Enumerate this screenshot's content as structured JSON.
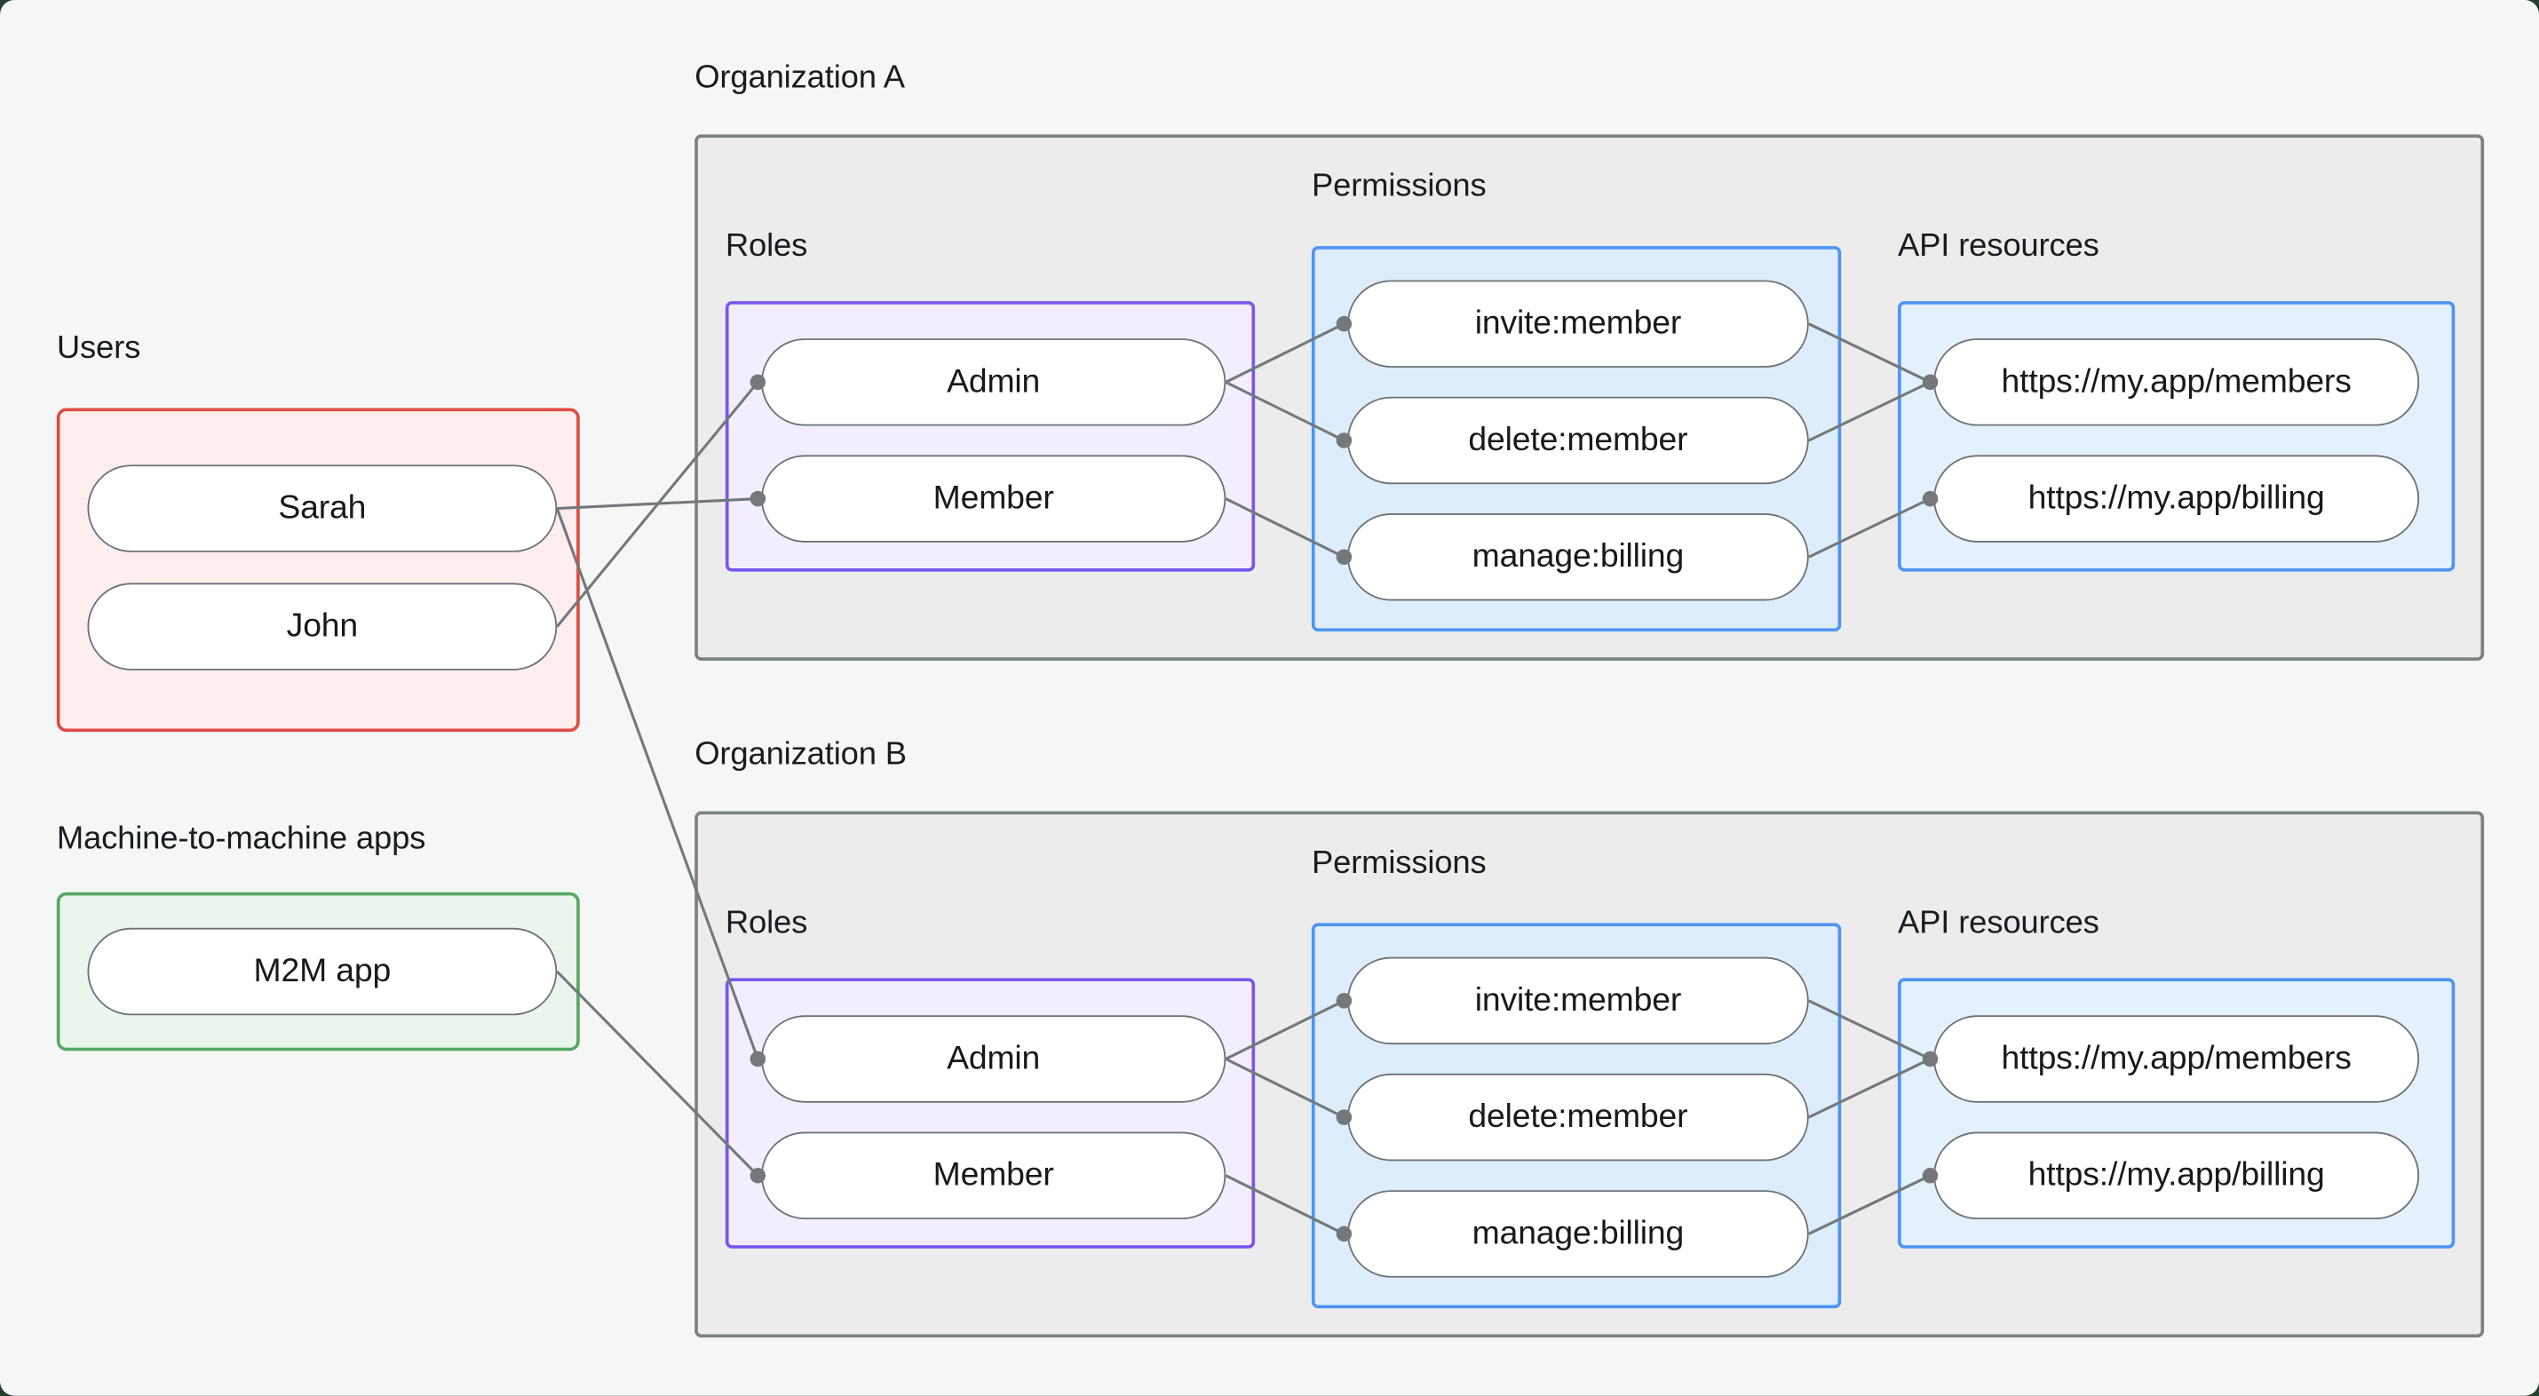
{
  "canvas": {
    "backdrop_color": "#24402f",
    "page_background": "#f5f7f6"
  },
  "colors": {
    "users_accent": "#e04b44",
    "m2m_accent": "#56a863",
    "roles_accent": "#7657ee",
    "permissions_accent": "#4e94f3",
    "org_border": "#7c8181",
    "org_fill": "#ececec",
    "wire": "#74787a",
    "pill_border": "#6e7275",
    "text": "#17191c"
  },
  "users": {
    "label": "Users",
    "items": [
      {
        "id": "sarah",
        "label": "Sarah"
      },
      {
        "id": "john",
        "label": "John"
      }
    ]
  },
  "m2m": {
    "label": "Machine-to-machine apps",
    "items": [
      {
        "id": "m2m_app",
        "label": "M2M app"
      }
    ]
  },
  "org_a": {
    "label": "Organization A",
    "roles_label": "Roles",
    "permissions_label": "Permissions",
    "api_label": "API resources",
    "roles": [
      {
        "id": "orgA_admin",
        "label": "Admin"
      },
      {
        "id": "orgA_member",
        "label": "Member"
      }
    ],
    "permissions": [
      {
        "id": "orgA_invite",
        "label": "invite:member"
      },
      {
        "id": "orgA_delete",
        "label": "delete:member"
      },
      {
        "id": "orgA_manage",
        "label": "manage:billing"
      }
    ],
    "apis": [
      {
        "id": "orgA_members_api",
        "label": "https://my.app/members"
      },
      {
        "id": "orgA_billing_api",
        "label": "https://my.app/billing"
      }
    ]
  },
  "org_b": {
    "label": "Organization B",
    "roles_label": "Roles",
    "permissions_label": "Permissions",
    "api_label": "API resources",
    "roles": [
      {
        "id": "orgB_admin",
        "label": "Admin"
      },
      {
        "id": "orgB_member",
        "label": "Member"
      }
    ],
    "permissions": [
      {
        "id": "orgB_invite",
        "label": "invite:member"
      },
      {
        "id": "orgB_delete",
        "label": "delete:member"
      },
      {
        "id": "orgB_manage",
        "label": "manage:billing"
      }
    ],
    "apis": [
      {
        "id": "orgB_members_api",
        "label": "https://my.app/members"
      },
      {
        "id": "orgB_billing_api",
        "label": "https://my.app/billing"
      }
    ]
  },
  "edges": [
    {
      "from": "sarah",
      "to": "orgA_member"
    },
    {
      "from": "sarah",
      "to": "orgB_admin"
    },
    {
      "from": "john",
      "to": "orgA_admin"
    },
    {
      "from": "m2m_app",
      "to": "orgB_member"
    },
    {
      "from": "orgA_admin",
      "to": "orgA_invite"
    },
    {
      "from": "orgA_admin",
      "to": "orgA_delete"
    },
    {
      "from": "orgA_member",
      "to": "orgA_manage"
    },
    {
      "from": "orgA_invite",
      "to": "orgA_members_api"
    },
    {
      "from": "orgA_delete",
      "to": "orgA_members_api"
    },
    {
      "from": "orgA_manage",
      "to": "orgA_billing_api"
    },
    {
      "from": "orgB_admin",
      "to": "orgB_invite"
    },
    {
      "from": "orgB_admin",
      "to": "orgB_delete"
    },
    {
      "from": "orgB_member",
      "to": "orgB_manage"
    },
    {
      "from": "orgB_invite",
      "to": "orgB_members_api"
    },
    {
      "from": "orgB_delete",
      "to": "orgB_members_api"
    },
    {
      "from": "orgB_manage",
      "to": "orgB_billing_api"
    }
  ]
}
